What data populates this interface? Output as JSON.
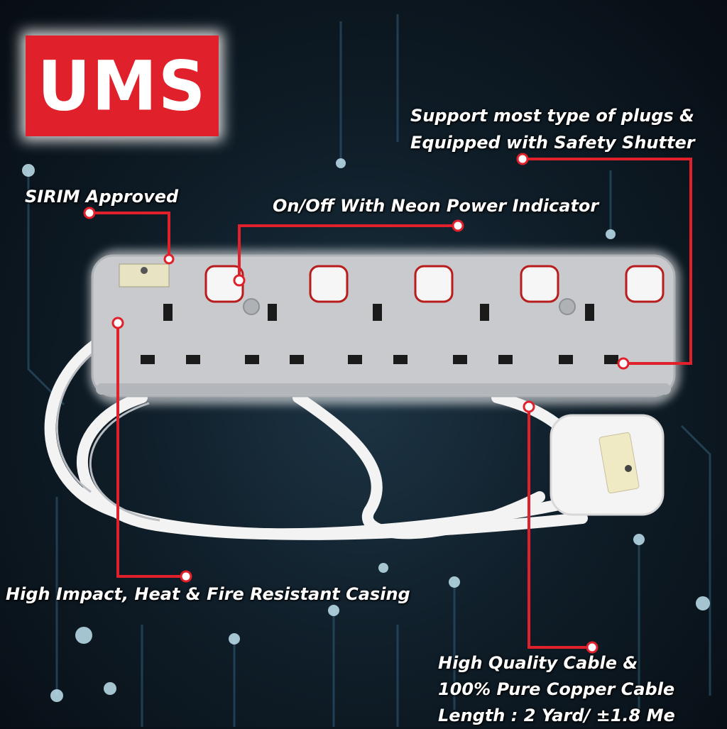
{
  "logo": {
    "text": "UMS"
  },
  "labels": {
    "plugs_line1": "Support most type of plugs &",
    "plugs_line2": "Equipped with Safety Shutter",
    "sirim": "SIRIM Approved",
    "onoff": "On/Off With Neon Power Indicator",
    "casing": "High Impact, Heat & Fire Resistant Casing",
    "cable_line1": "High Quality Cable &",
    "cable_line2": "100% Pure Copper Cable",
    "cable_line3": "Length : 2 Yard/ ±1.8 Me"
  },
  "colors": {
    "callout": "#e0202a",
    "logo_bg": "#e0202a",
    "casing": "#c9cbce"
  }
}
